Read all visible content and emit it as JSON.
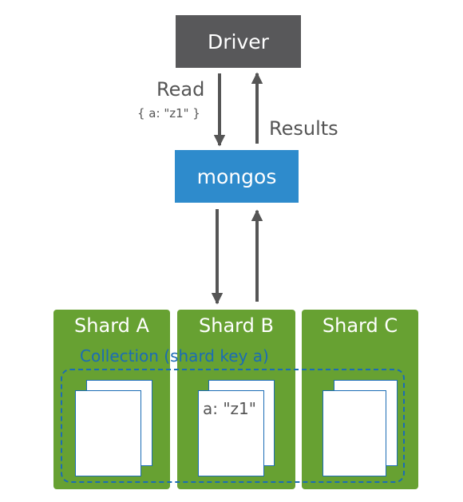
{
  "driver": {
    "label": "Driver"
  },
  "mongos": {
    "label": "mongos"
  },
  "arrows": {
    "read_label": "Read",
    "query": "{ a: \"z1\" }",
    "results_label": "Results"
  },
  "shards": [
    {
      "label": "Shard A"
    },
    {
      "label": "Shard B"
    },
    {
      "label": "Shard C"
    }
  ],
  "collection": {
    "label": "Collection (shard key a)",
    "document_value": "a: \"z1\""
  },
  "colors": {
    "driver": "#58585a",
    "mongos": "#2e8bcc",
    "shard": "#67a132",
    "collection": "#1b6cb5",
    "arrow": "#555555"
  }
}
